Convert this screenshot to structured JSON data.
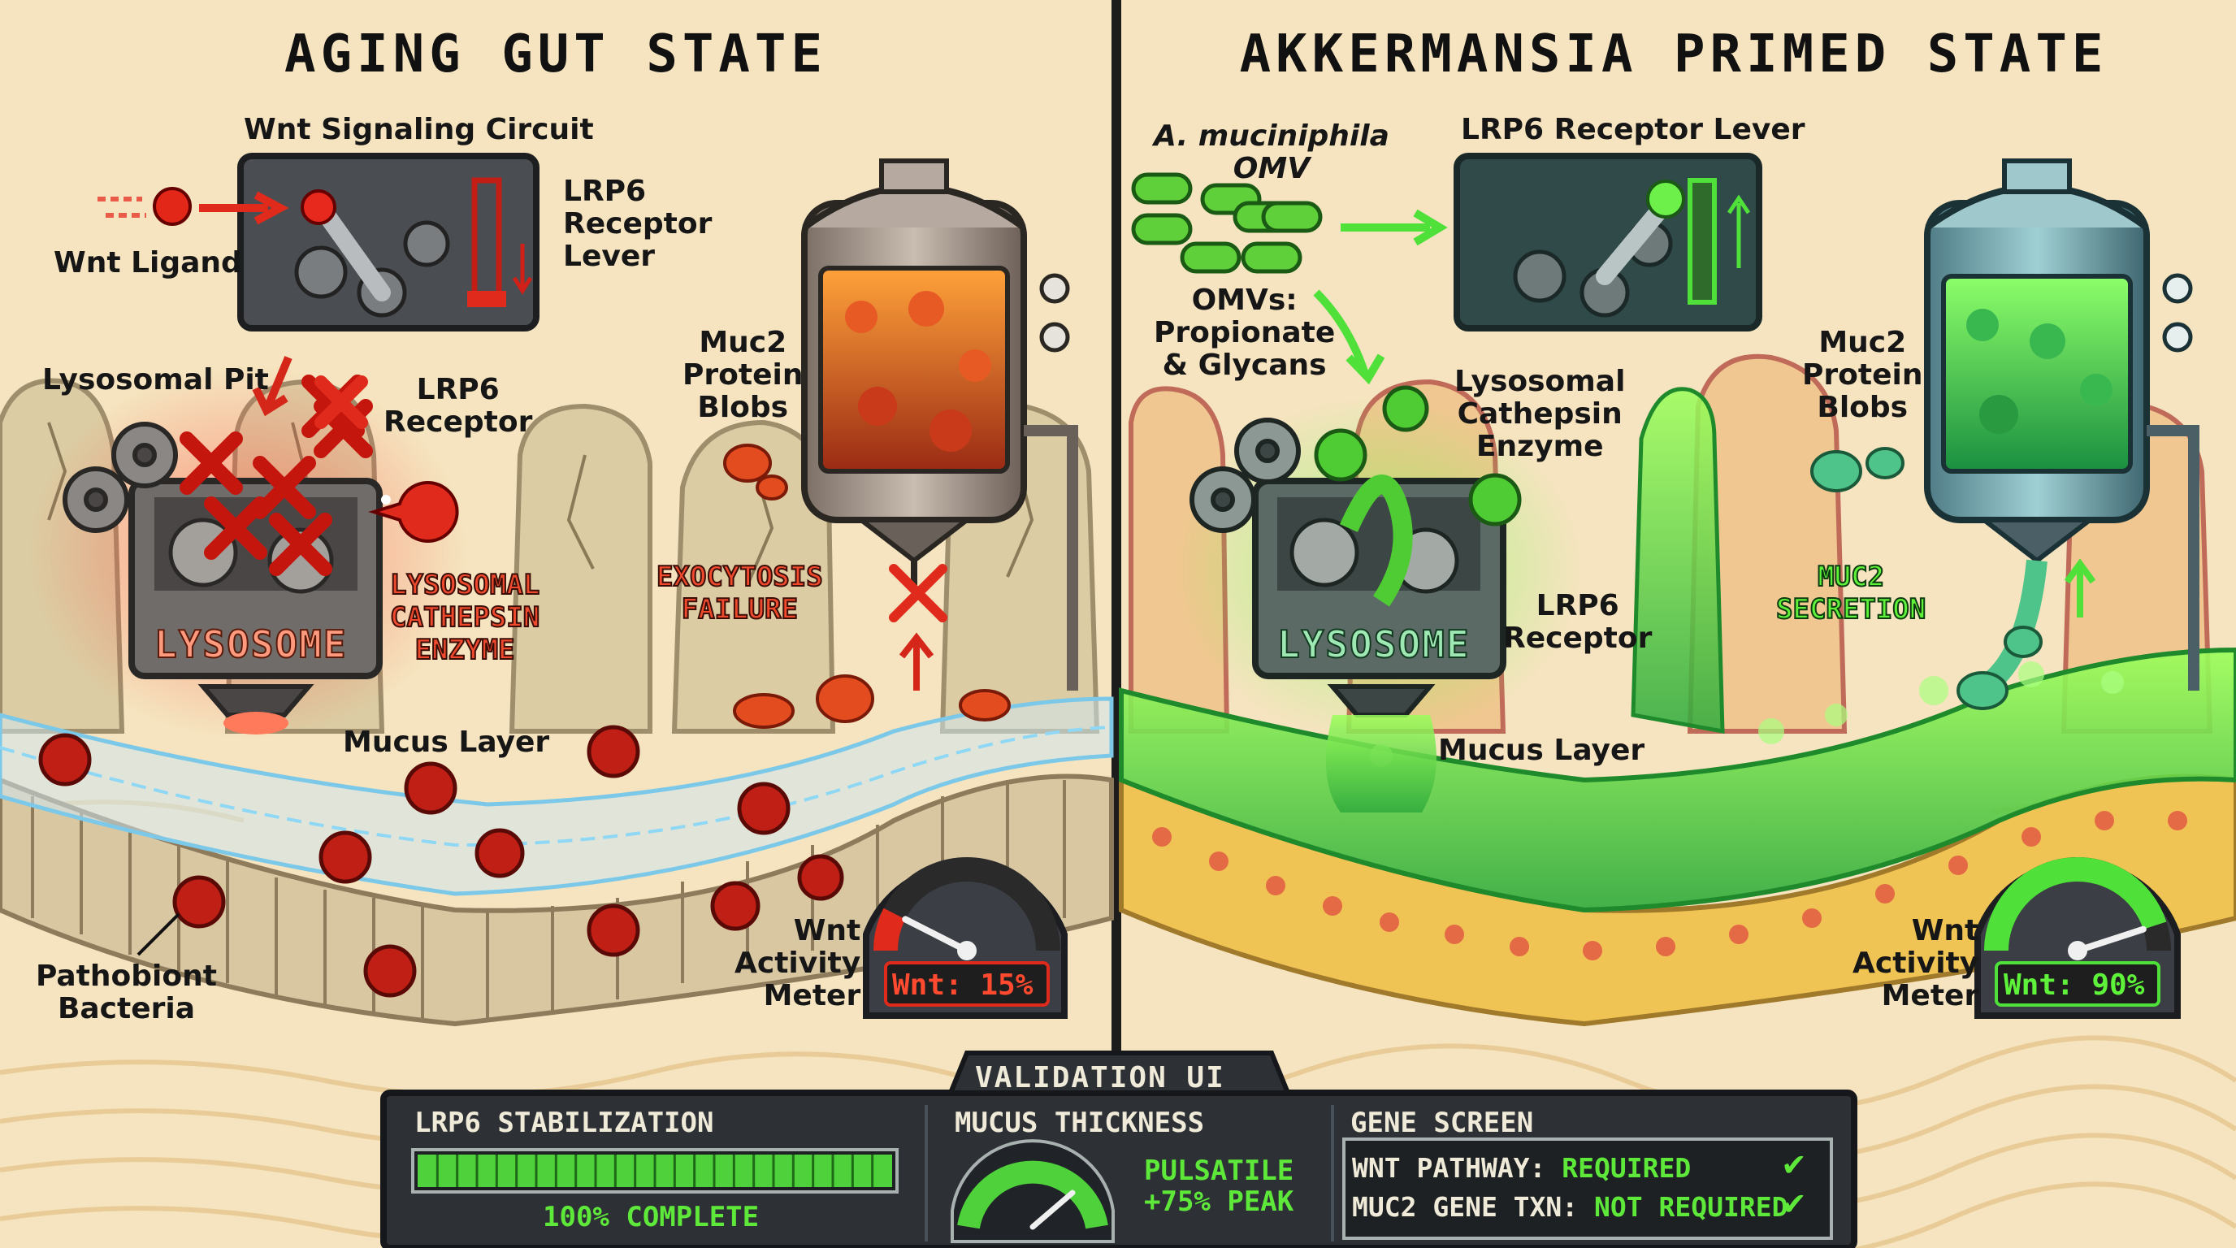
{
  "left_panel": {
    "title": "AGING GUT STATE",
    "wnt_circuit_label": "Wnt Signaling Circuit",
    "wnt_ligand_label": "Wnt Ligand",
    "lrp6_lever_label": "LRP6\nReceptor\nLever",
    "lysosomal_pit_label": "Lysosomal Pit",
    "lrp6_receptor_label": "LRP6\nReceptor",
    "muc2_blobs_label": "Muc2\nProtein\nBlobs",
    "lysosome_label": "LYSOSOME",
    "cathepsin_callout": "LYSOSOMAL\nCATHEPSIN\nENZYME",
    "exocytosis_callout": "EXOCYTOSIS\nFAILURE",
    "mucus_layer_label": "Mucus Layer",
    "pathobiont_label": "Pathobiont\nBacteria",
    "meter_label": "Wnt\nActivity\nMeter",
    "meter_value_text": "Wnt: 15%",
    "meter_fraction": 0.15
  },
  "right_panel": {
    "title": "AKKERMANSIA PRIMED STATE",
    "omv_label": "A. muciniphila\nOMV",
    "lrp6_lever_label": "LRP6 Receptor Lever",
    "omv_cargo_label": "OMVs:\nPropionate\n& Glycans",
    "cathepsin_label": "Lysosomal\nCathepsin\nEnzyme",
    "muc2_blobs_label": "Muc2\nProtein\nBlobs",
    "lysosome_label": "LYSOSOME",
    "lrp6_receptor_label": "LRP6\nReceptor",
    "secretion_callout": "MUC2\nSECRETION",
    "mucus_layer_label": "Mucus Layer",
    "meter_label": "Wnt\nActivity\nMeter",
    "meter_value_text": "Wnt: 90%",
    "meter_fraction": 0.9
  },
  "validation": {
    "title": "VALIDATION UI",
    "lrp6": {
      "heading": "LRP6 STABILIZATION",
      "status": "100% COMPLETE",
      "fraction": 1.0
    },
    "mucus": {
      "heading": "MUCUS THICKNESS",
      "readout": "PULSATILE\n+75% PEAK"
    },
    "gene": {
      "heading": "GENE SCREEN",
      "rows": [
        {
          "name": "WNT PATHWAY:",
          "value": "REQUIRED"
        },
        {
          "name": "MUC2 GENE TXN:",
          "value": "NOT REQUIRED"
        }
      ]
    }
  },
  "colors": {
    "background": "#f5e4bf",
    "aging_red": "#e23a26",
    "primed_green": "#4fe03a",
    "panel_dark": "#2d3136"
  }
}
